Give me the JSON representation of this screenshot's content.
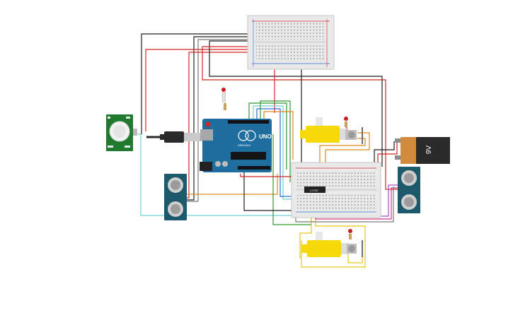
{
  "colors": {
    "red": "#d42424",
    "black": "#1e1e1e",
    "gray": "#7a7a7a",
    "green": "#2e9a2e",
    "cyan": "#6fd0d8",
    "blue": "#2c6fd6",
    "orange": "#e0891c",
    "yellow": "#e6c619",
    "purple": "#b04ac9",
    "magenta": "#d6358f",
    "arduino": "#1e6f9f",
    "breadboard": "#e9e9e9",
    "pir": "#1f7a2f",
    "sonar": "#1c5a6b",
    "motor": "#f5d90a",
    "battery_top": "#d28a3d",
    "battery_body": "#2b2b2b"
  },
  "arduino": {
    "brand_label": "UNO",
    "logo_label": "ARDUINO"
  },
  "driver_chip": {
    "label": "L293D"
  },
  "battery": {
    "label": "9V"
  }
}
